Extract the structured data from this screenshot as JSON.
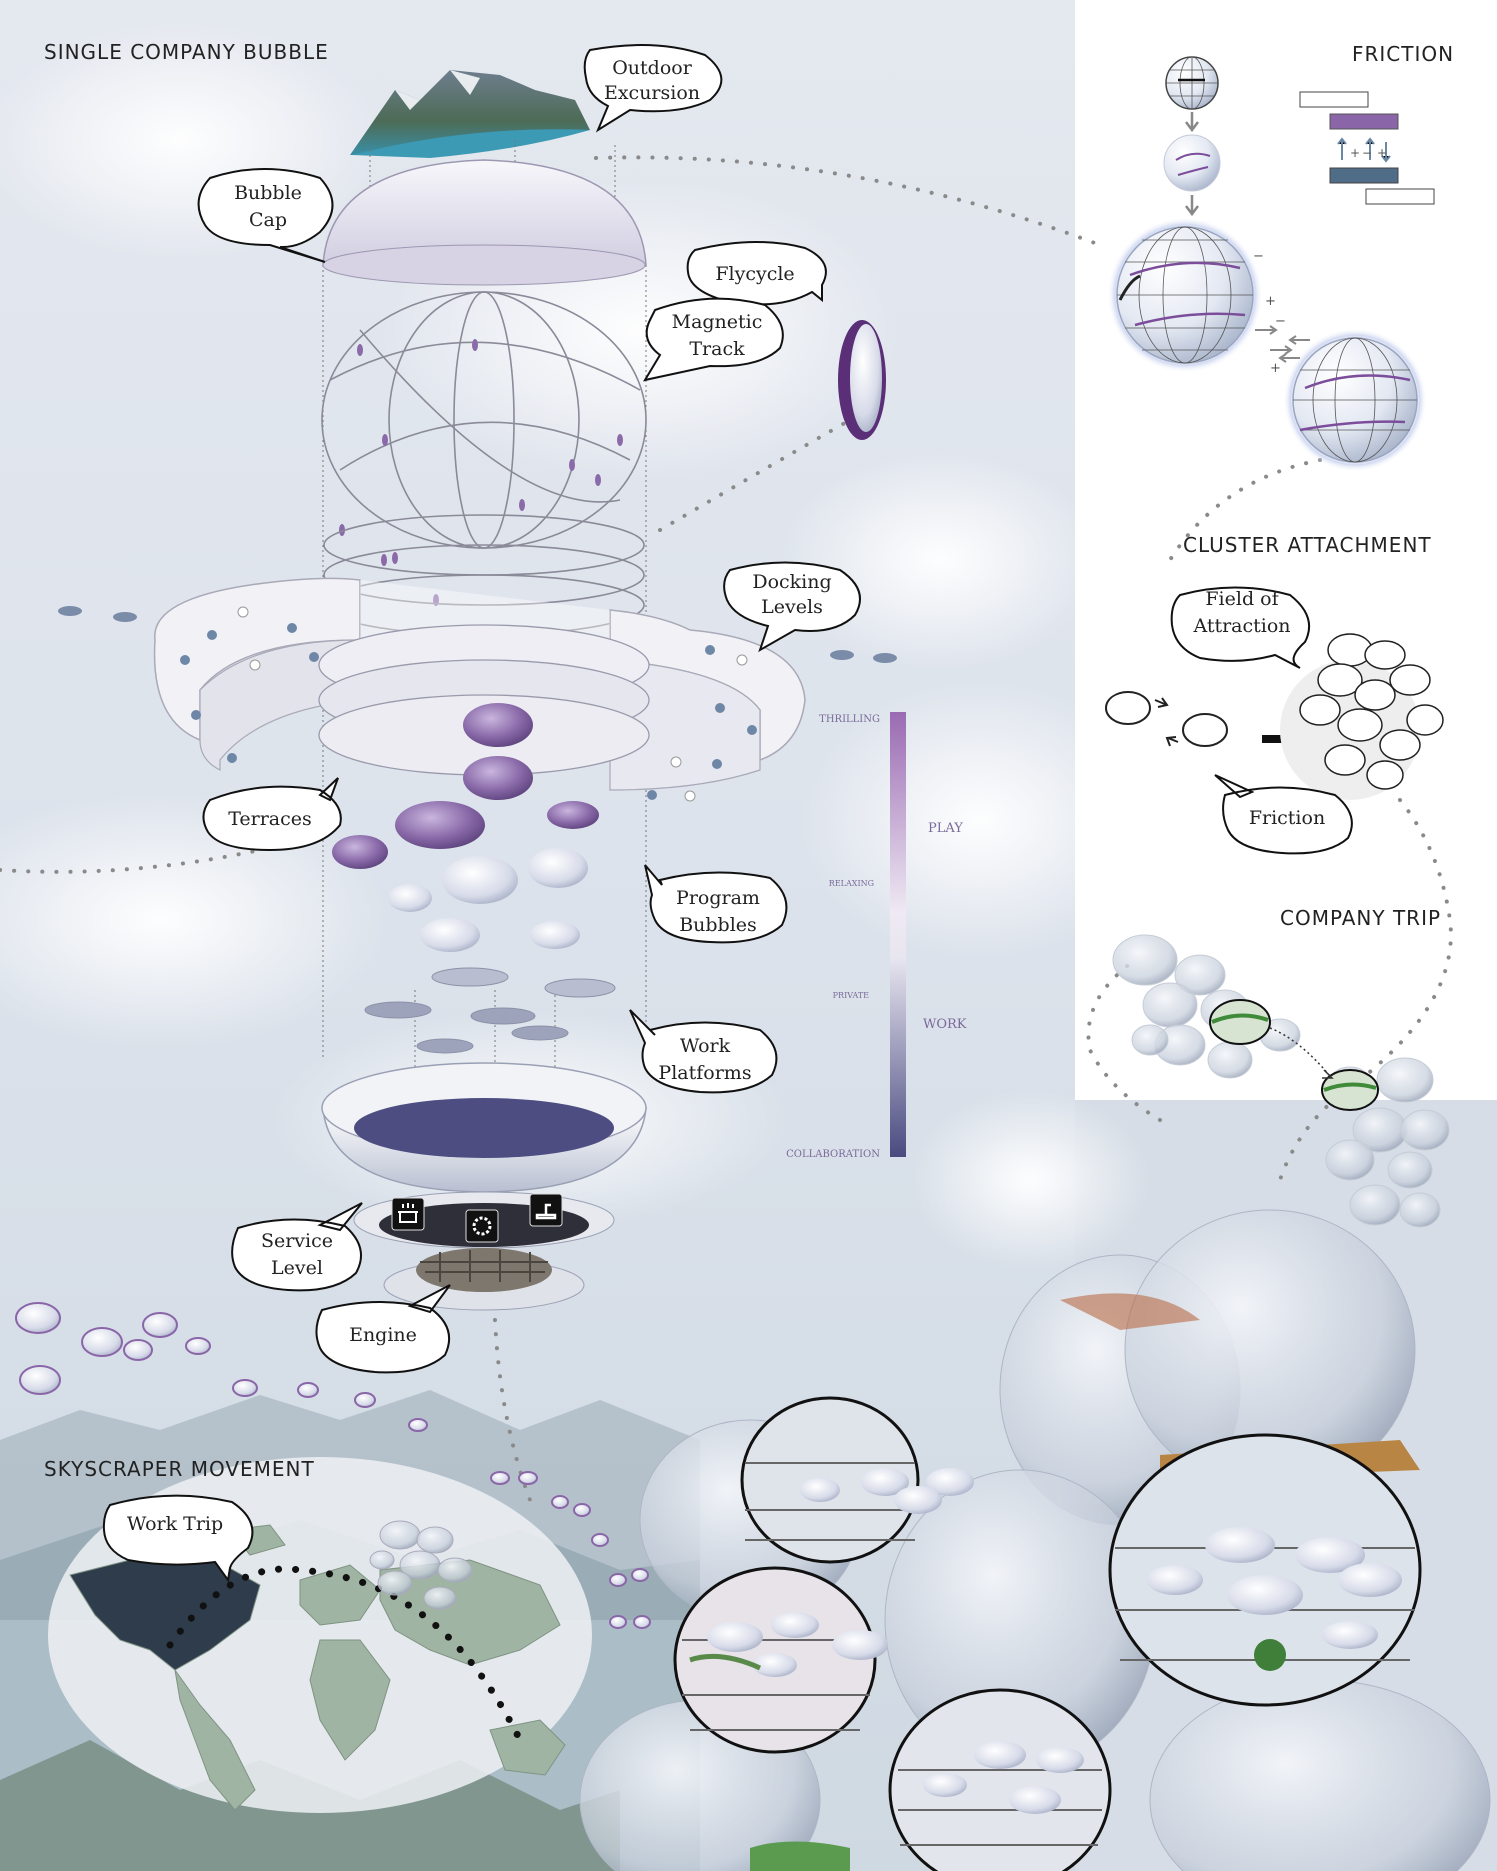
{
  "headings": {
    "single_company_bubble": "SINGLE COMPANY BUBBLE",
    "friction": "FRICTION",
    "cluster_attachment": "CLUSTER ATTACHMENT",
    "company_trip": "COMPANY TRIP",
    "skyscraper_movement": "SKYSCRAPER MOVEMENT"
  },
  "callouts": {
    "outdoor_excursion": [
      "Outdoor",
      "Excursion"
    ],
    "bubble_cap": [
      "Bubble",
      "Cap"
    ],
    "flycycle": [
      "Flycycle"
    ],
    "magnetic_track": [
      "Magnetic",
      "Track"
    ],
    "docking_levels": [
      "Docking",
      "Levels"
    ],
    "terraces": [
      "Terraces"
    ],
    "program_bubbles": [
      "Program",
      "Bubbles"
    ],
    "work_platforms": [
      "Work",
      "Platforms"
    ],
    "service_level": [
      "Service",
      "Level"
    ],
    "engine": [
      "Engine"
    ],
    "field_of_attraction": [
      "Field of",
      "Attraction"
    ],
    "friction_label": [
      "Friction"
    ],
    "work_trip": [
      "Work Trip"
    ]
  },
  "scale": {
    "thrilling": "THRILLING",
    "play": "PLAY",
    "relaxing": "RELAXING",
    "private": "PRIVATE",
    "work": "WORK",
    "collaboration": "COLLABORATION"
  },
  "friction_signs": {
    "minus": "−",
    "plus": "+"
  },
  "colors": {
    "purple": "#8a66a8",
    "deep_blue": "#4a4a7e",
    "slate": "#4f6d87",
    "sky": "#dfe5ee"
  }
}
